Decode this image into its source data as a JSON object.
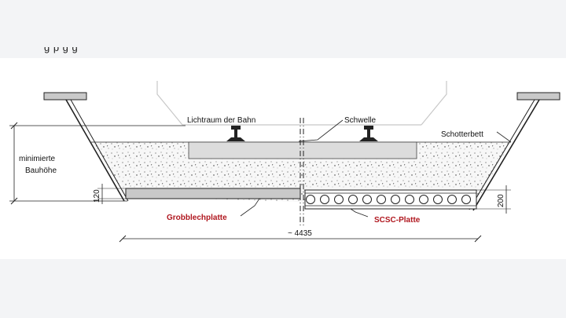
{
  "caption_fragment": "g                              p                  g g",
  "labels": {
    "lichtraum": "Lichtraum der Bahn",
    "schwelle": "Schwelle",
    "schotterbett": "Schotterbett",
    "bauhoehe_line1": "minimierte",
    "bauhoehe_line2": "Bauhöhe",
    "dim_left": "120",
    "dim_right": "200",
    "grobblech": "Grobblechplatte",
    "scsc": "SCSC-Platte",
    "span": "~ 4435"
  },
  "colors": {
    "accent_red": "#b0171f",
    "plate_gray": "#c9c9c9",
    "ballast": "#f7f7f7"
  }
}
